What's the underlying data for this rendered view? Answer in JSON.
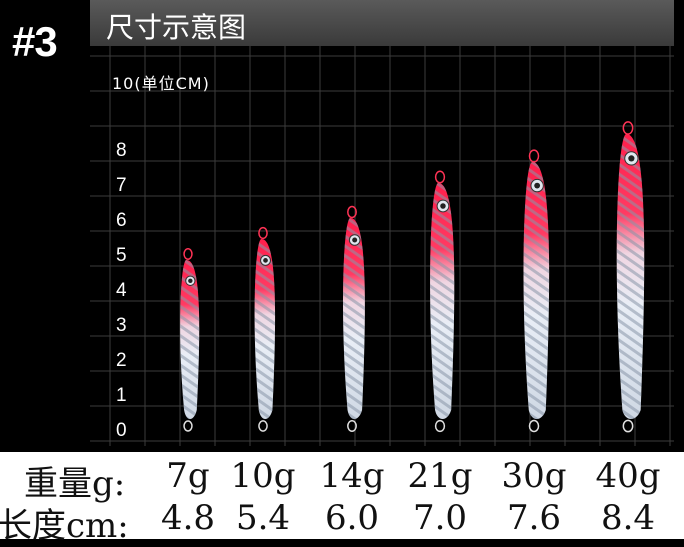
{
  "badge": "#3",
  "title": "尺寸示意图",
  "unit_label": "10(单位CM)",
  "y_ticks": [
    "0",
    "1",
    "2",
    "3",
    "4",
    "5",
    "6",
    "7",
    "8"
  ],
  "weight_row": {
    "label": "重量g:",
    "values": [
      "7g",
      "10g",
      "14g",
      "21g",
      "30g",
      "40g"
    ]
  },
  "length_row": {
    "label": "长度cm:",
    "values": [
      "4.8",
      "5.4",
      "6.0",
      "7.0",
      "7.6",
      "8.4"
    ]
  },
  "lures": [
    {
      "length_cm": 4.8
    },
    {
      "length_cm": 5.4
    },
    {
      "length_cm": 6.0
    },
    {
      "length_cm": 7.0
    },
    {
      "length_cm": 7.6
    },
    {
      "length_cm": 8.4
    }
  ],
  "colors": {
    "head": "#ff2a55",
    "body": "#e8eef5",
    "grid": "#3c3c3c",
    "background": "#000000"
  }
}
